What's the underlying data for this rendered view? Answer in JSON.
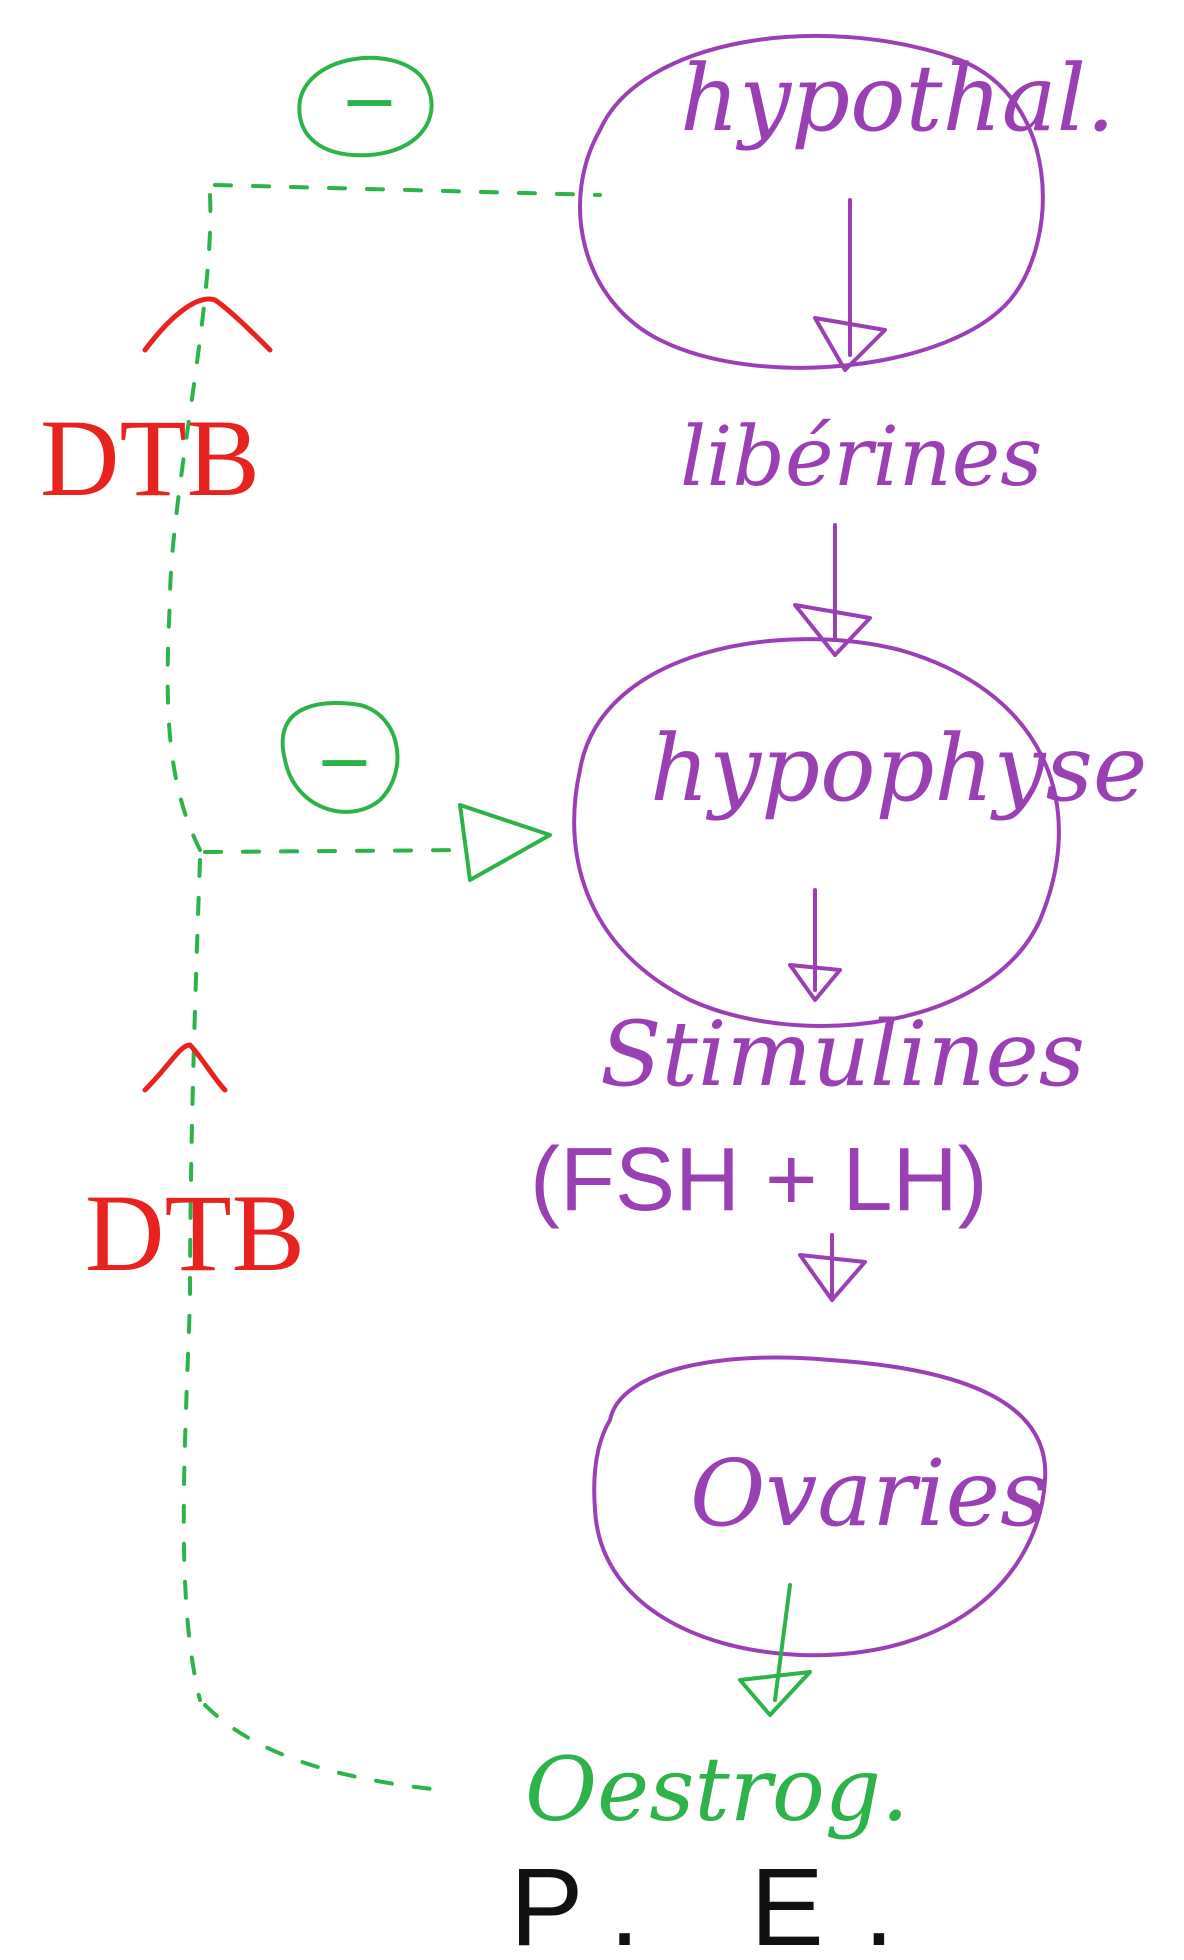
{
  "nodes": {
    "hypothalamus": {
      "label": "hypothal."
    },
    "liberines": {
      "label": "libérines"
    },
    "hypophyse": {
      "label": "hypophyse"
    },
    "stimulines": {
      "label": "Stimulines"
    },
    "fsh_lh": {
      "label": "(FSH + LH)"
    },
    "ovaries": {
      "label": "Ovaries"
    },
    "oestrogens": {
      "label": "Oestrog."
    }
  },
  "feedback": {
    "top_sign": "−",
    "middle_sign": "−",
    "upper_label": "DTB",
    "lower_label": "DTB"
  },
  "footer": {
    "label": "P. E."
  },
  "colors": {
    "axis": "#9b3fb5",
    "feedback": "#2db34a",
    "label": "#e8231f",
    "footer": "#111111"
  }
}
